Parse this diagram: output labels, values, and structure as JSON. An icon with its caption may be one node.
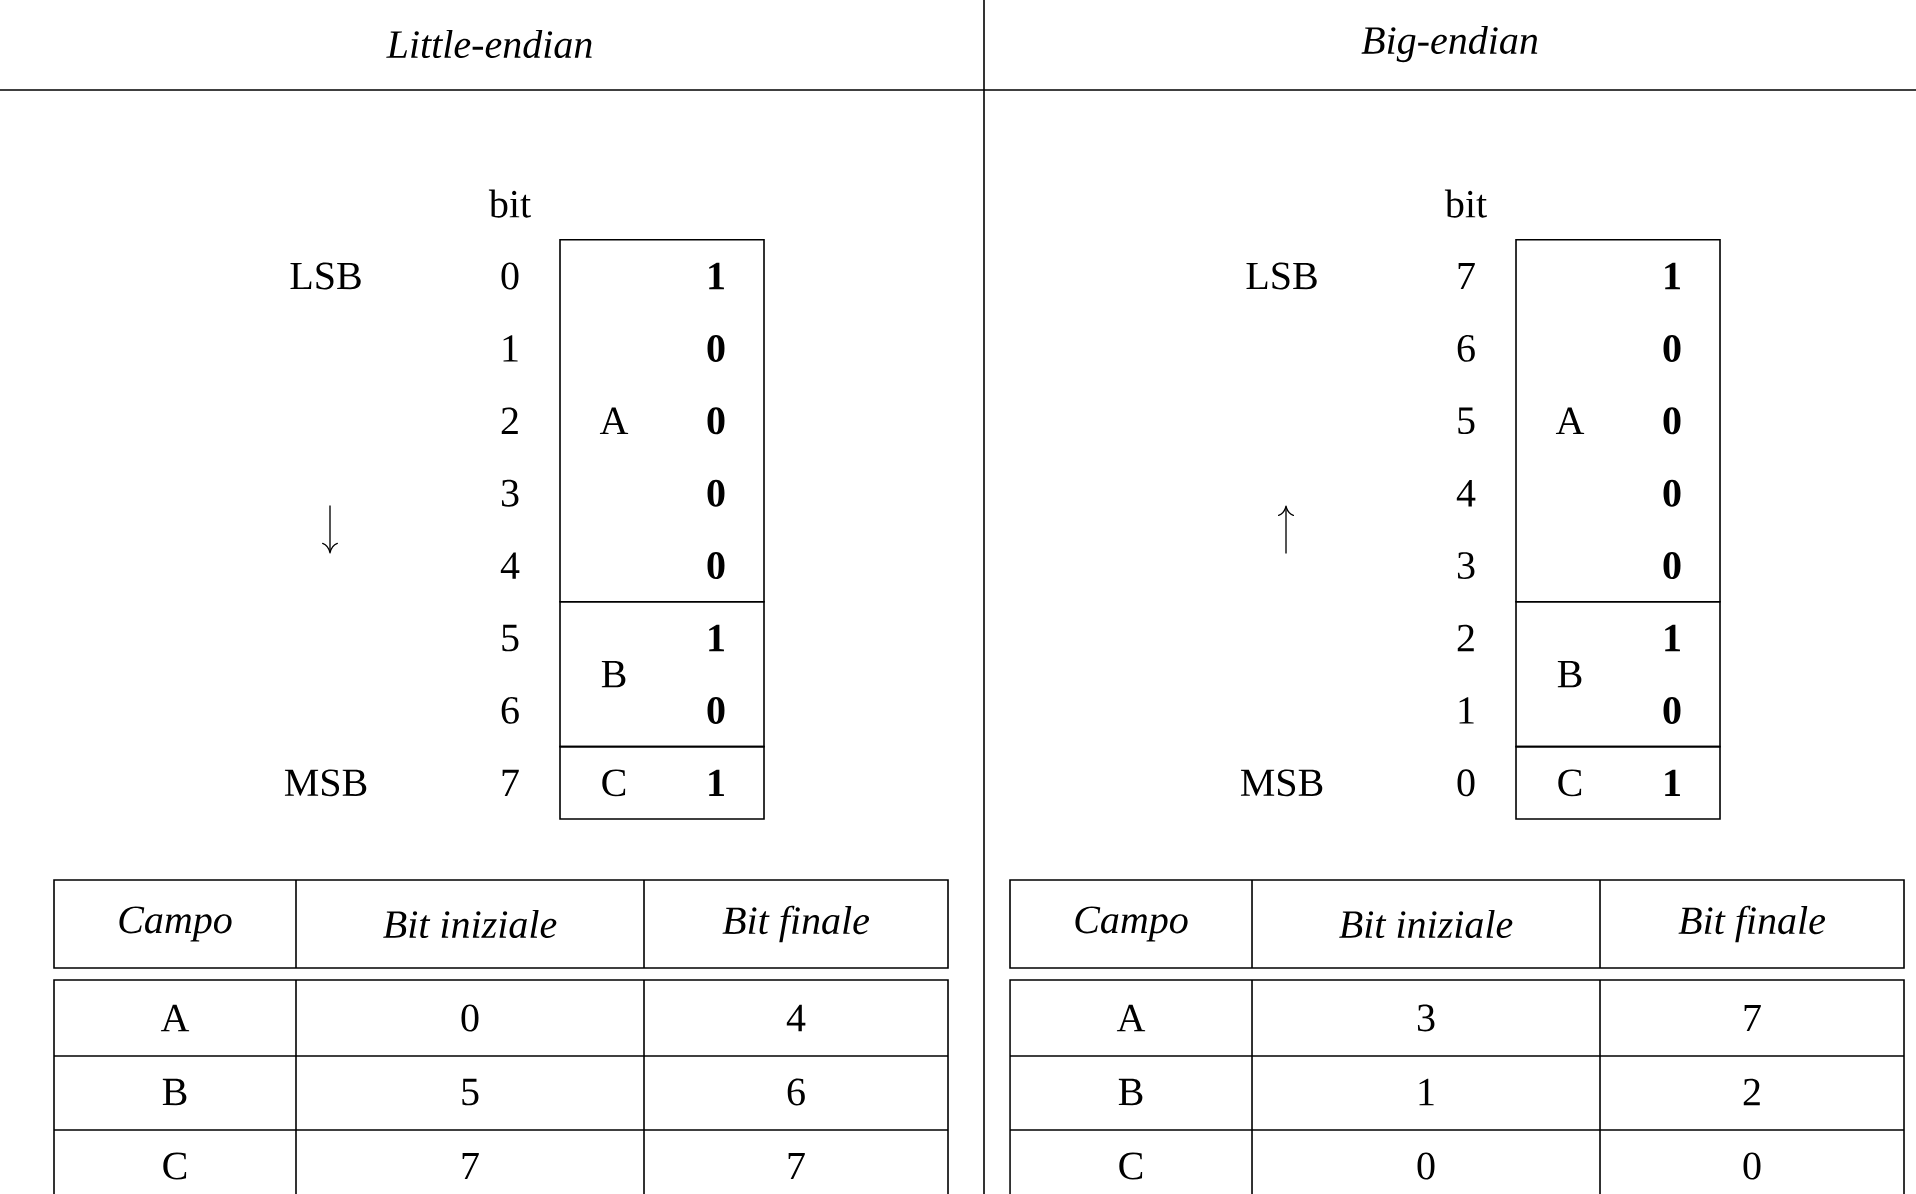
{
  "diagram": {
    "nodes": [
      {
        "text": [
          "A",
          "1",
          "0",
          "0",
          "0",
          "0"
        ]
      },
      {
        "text": [
          "B",
          "1",
          "0"
        ]
      },
      {
        "text": [
          "C",
          "1"
        ]
      },
      {
        "text": [
          "A",
          "1",
          "0",
          "0",
          "0",
          "0"
        ]
      },
      {
        "text": [
          "B",
          "1",
          "0"
        ]
      },
      {
        "text": [
          "C",
          "1"
        ]
      }
    ],
    "labels": [
      "Little-endian",
      "Big-endian",
      "bit",
      "LSB",
      "0",
      "1",
      "2",
      "3",
      "4",
      "5",
      "6",
      "MSB",
      "7",
      "Campo",
      "Bit iniziale",
      "Bit finale",
      "A",
      "0",
      "4",
      "B",
      "5",
      "6",
      "C",
      "7",
      "7",
      "bit",
      "LSB",
      "7",
      "6",
      "5",
      "4",
      "3",
      "2",
      "1",
      "MSB",
      "0",
      "Campo",
      "Bit iniziale",
      "Bit finale",
      "A",
      "3",
      "7",
      "B",
      "1",
      "2",
      "C",
      "0",
      "0"
    ]
  }
}
